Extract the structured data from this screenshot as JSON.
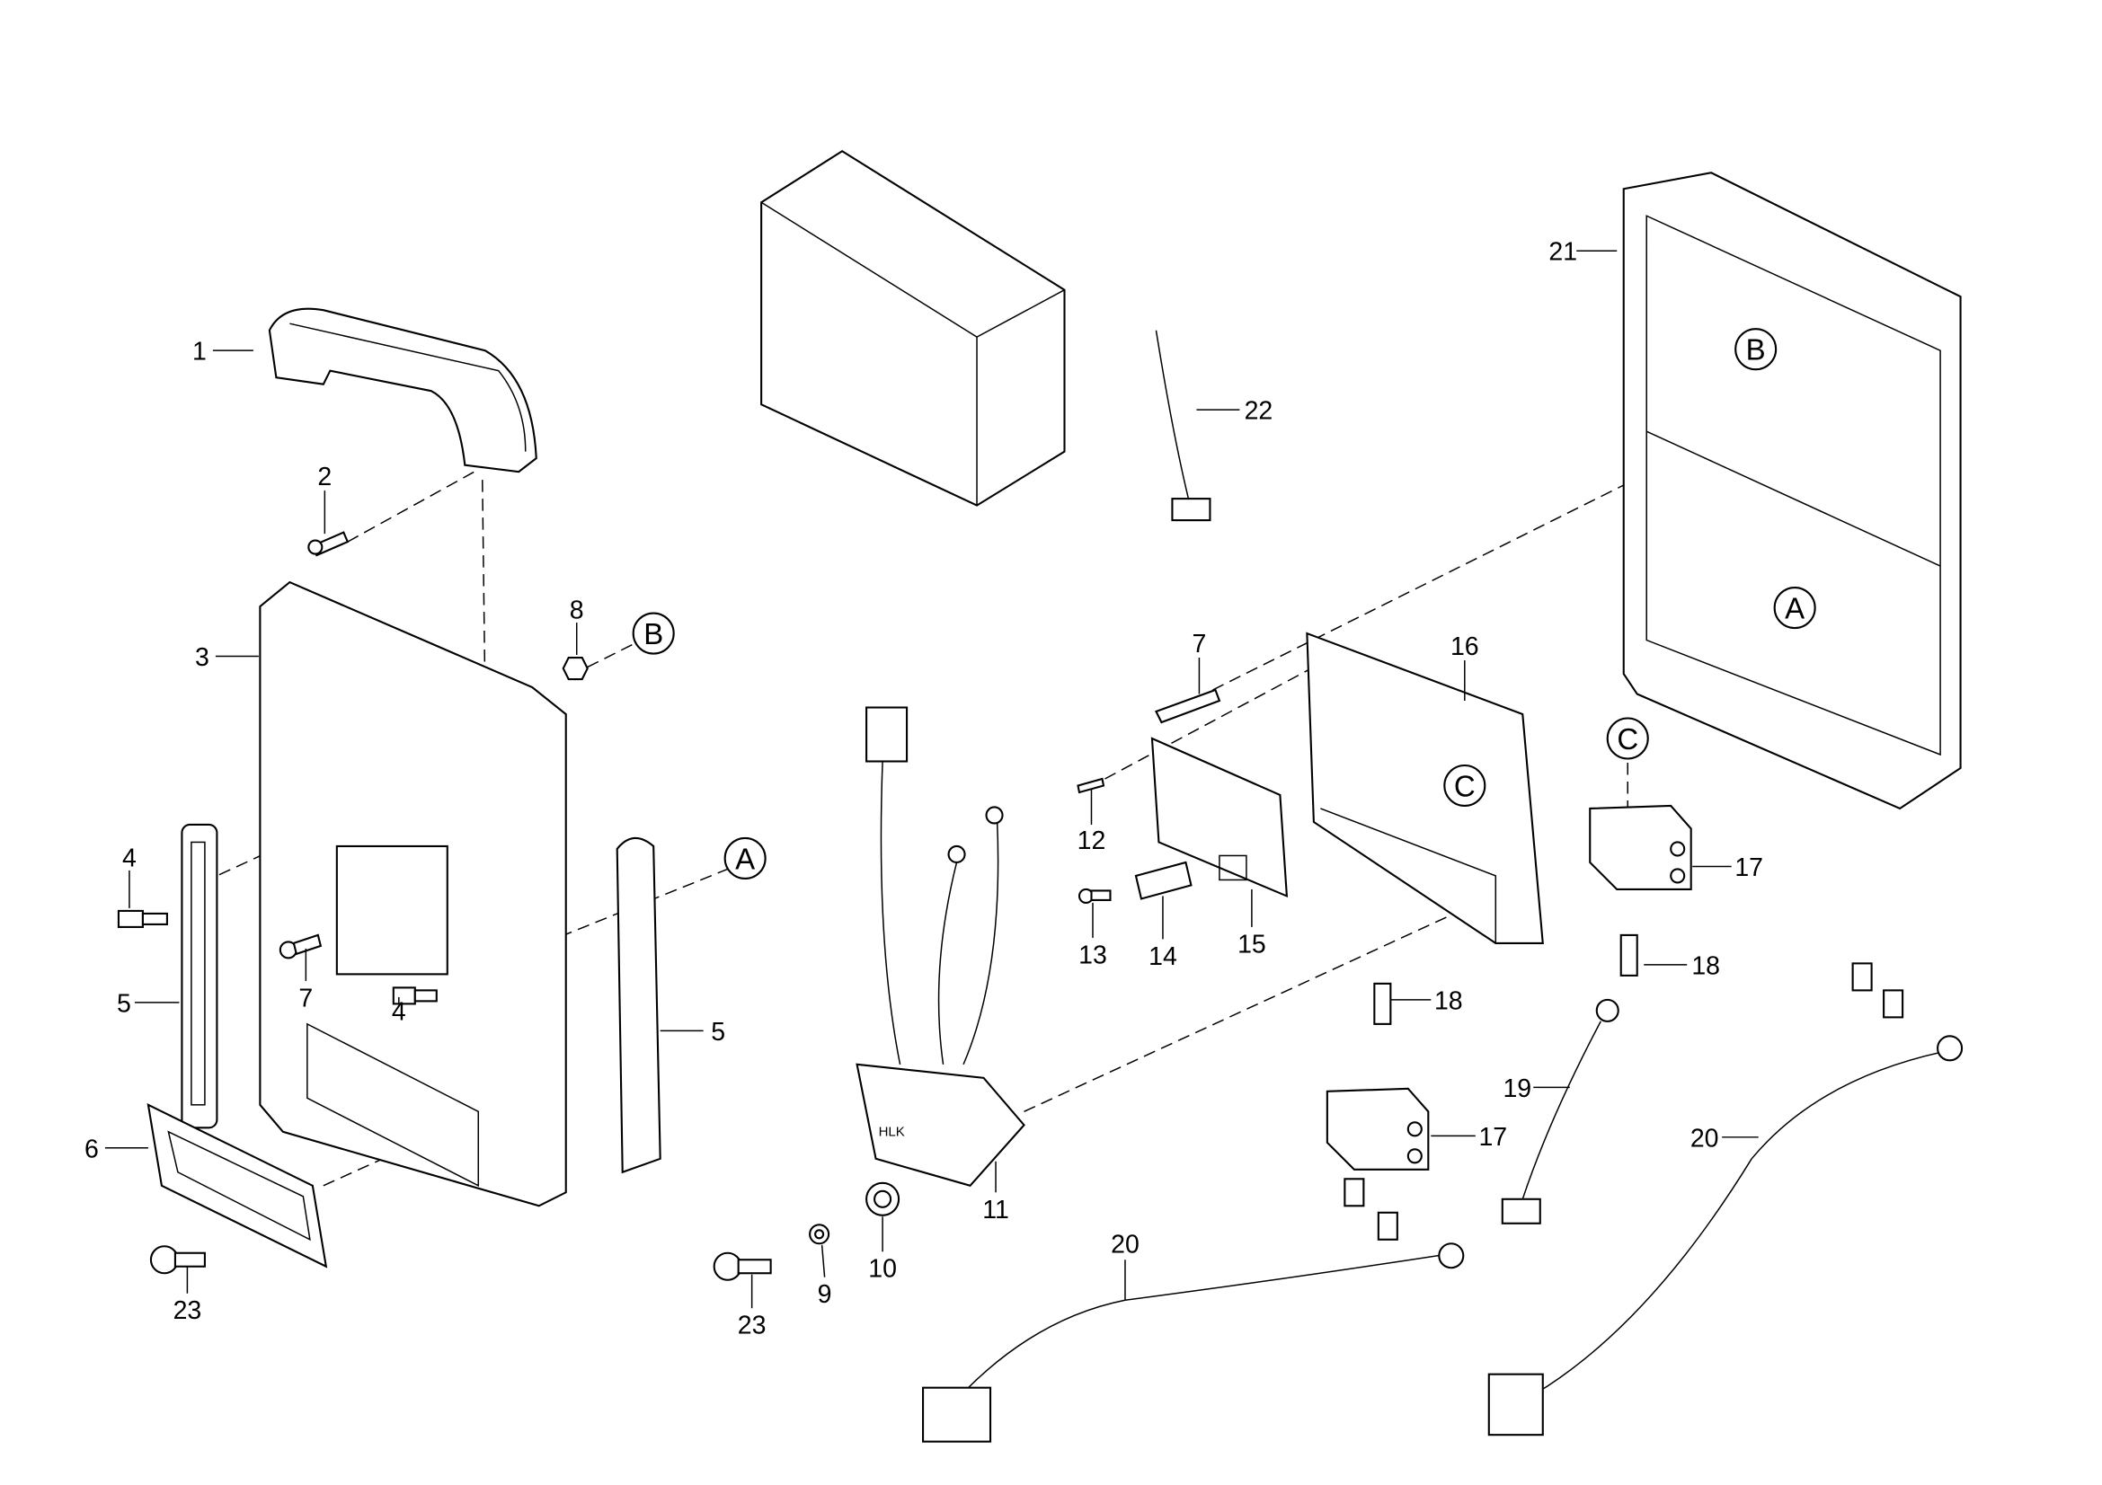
{
  "callouts": [
    {
      "id": "1",
      "label": "1"
    },
    {
      "id": "2",
      "label": "2"
    },
    {
      "id": "3",
      "label": "3"
    },
    {
      "id": "8",
      "label": "8"
    },
    {
      "id": "4a",
      "label": "4"
    },
    {
      "id": "5a",
      "label": "5"
    },
    {
      "id": "7a",
      "label": "7"
    },
    {
      "id": "4b",
      "label": "4"
    },
    {
      "id": "5b",
      "label": "5"
    },
    {
      "id": "6",
      "label": "6"
    },
    {
      "id": "23a",
      "label": "23"
    },
    {
      "id": "22",
      "label": "22"
    },
    {
      "id": "21",
      "label": "21"
    },
    {
      "id": "7b",
      "label": "7"
    },
    {
      "id": "16",
      "label": "16"
    },
    {
      "id": "12",
      "label": "12"
    },
    {
      "id": "13",
      "label": "13"
    },
    {
      "id": "14",
      "label": "14"
    },
    {
      "id": "15",
      "label": "15"
    },
    {
      "id": "17a",
      "label": "17"
    },
    {
      "id": "18a",
      "label": "18"
    },
    {
      "id": "18b",
      "label": "18"
    },
    {
      "id": "17b",
      "label": "17"
    },
    {
      "id": "19",
      "label": "19"
    },
    {
      "id": "20a",
      "label": "20"
    },
    {
      "id": "20b",
      "label": "20"
    },
    {
      "id": "11",
      "label": "11"
    },
    {
      "id": "10",
      "label": "10"
    },
    {
      "id": "9",
      "label": "9"
    },
    {
      "id": "23b",
      "label": "23"
    }
  ],
  "references": [
    {
      "id": "B1",
      "label": "B"
    },
    {
      "id": "A1",
      "label": "A"
    },
    {
      "id": "B2",
      "label": "B"
    },
    {
      "id": "A2",
      "label": "A"
    },
    {
      "id": "C1",
      "label": "C"
    },
    {
      "id": "C2",
      "label": "C"
    }
  ],
  "markings": {
    "connector_text": "HLK"
  }
}
